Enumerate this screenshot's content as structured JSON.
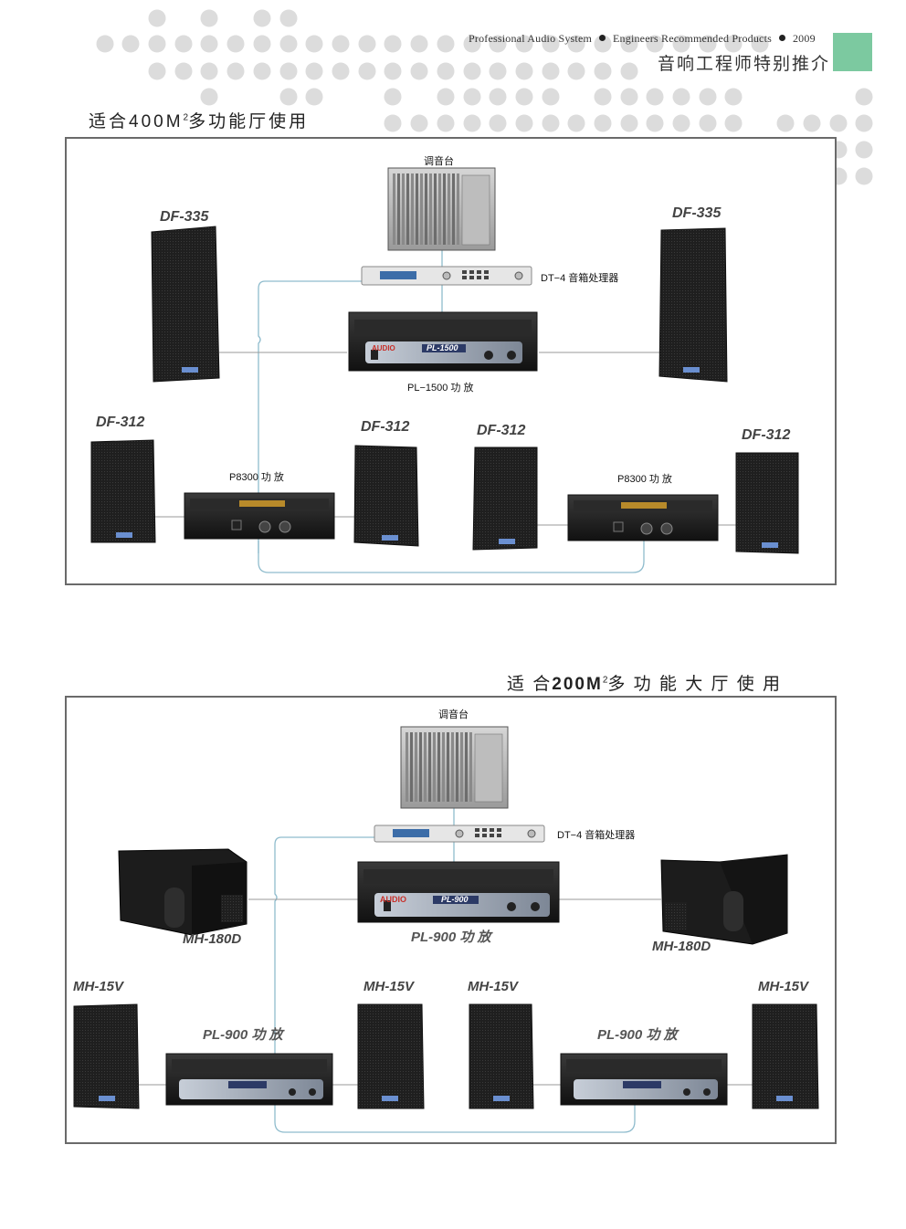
{
  "header": {
    "line_en_1": "Professional Audio System",
    "line_en_2": "Engineers Recommended Products",
    "year": "2009",
    "title_cn": "音响工程师特别推介",
    "accent_color": "#7cc9a0"
  },
  "section1": {
    "title_prefix": "适合400M",
    "title_sup": "2",
    "title_suffix": "多功能厅使用",
    "mixer_label": "调音台",
    "processor_label": "DT−4 音箱处理器",
    "main_amp_label": "PL−1500 功 放",
    "main_amp_badge": "PL-1500",
    "speaker_main_left": "DF-335",
    "speaker_main_right": "DF-335",
    "speaker_1": "DF-312",
    "speaker_2": "DF-312",
    "speaker_3": "DF-312",
    "speaker_4": "DF-312",
    "sub_amp_left_label": "P8300 功 放",
    "sub_amp_right_label": "P8300 功 放"
  },
  "section2": {
    "title_prefix": "适 合",
    "title_bold": "200M",
    "title_sup": "2",
    "title_suffix": "多 功 能 大 厅 使 用",
    "mixer_label": "调音台",
    "processor_label": "DT−4 音箱处理器",
    "main_amp_label": "PL-900 功  放",
    "main_amp_badge": "PL-900",
    "sub_left": "MH-180D",
    "sub_right": "MH-180D",
    "speaker_1": "MH-15V",
    "speaker_2": "MH-15V",
    "speaker_3": "MH-15V",
    "speaker_4": "MH-15V",
    "amp_left_label": "PL-900 功  放",
    "amp_right_label": "PL-900 功  放"
  },
  "brand_mark": "AUDIO"
}
